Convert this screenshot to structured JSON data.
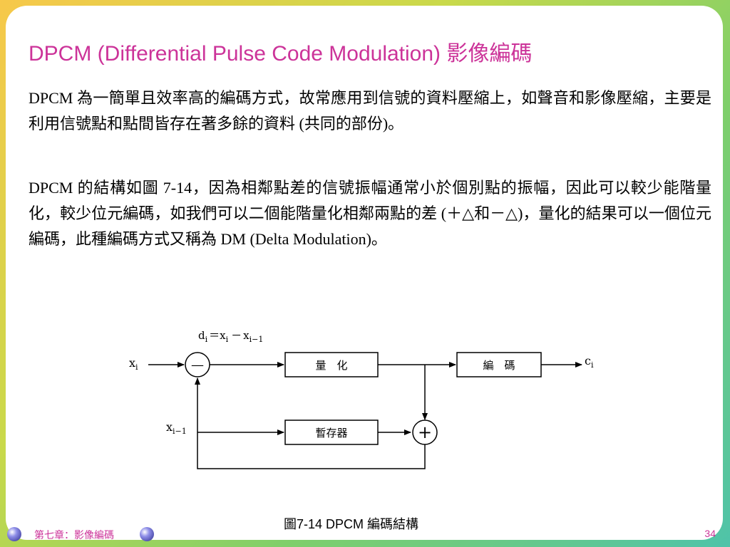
{
  "slide": {
    "title": "DPCM (Differential Pulse Code Modulation) 影像編碼",
    "paragraphs": [
      "DPCM 為一簡單且效率高的編碼方式，故常應用到信號的資料壓縮上，如聲音和影像壓縮，主要是利用信號點和點間皆存在著多餘的資料 (共同的部份)。",
      "DPCM 的結構如圖 7-14，因為相鄰點差的信號振幅通常小於個別點的振幅，因此可以較少能階量化，較少位元編碼，如我們可以二個能階量化相鄰兩點的差 (＋△和－△)，量化的結果可以一個位元編碼，此種編碼方式又稱為 DM (Delta Modulation)。"
    ]
  },
  "diagram": {
    "formula": {
      "d": "d",
      "i": "i",
      "x": "x",
      "i_minus_1": "i−1",
      "eq": "＝",
      "minus": "－"
    },
    "input": {
      "x": "x",
      "sub": "i"
    },
    "feedback": {
      "x": "x",
      "sub": "i−1"
    },
    "output": {
      "c": "c",
      "sub": "i"
    },
    "subtractor_symbol": "—",
    "adder_symbol": "+",
    "quantizer_label": "量　化",
    "encoder_label": "編　碼",
    "register_label": "暫存器"
  },
  "caption": "圖7-14  DPCM 編碼結構",
  "footer": {
    "chapter": "第七章：影像編碼",
    "page": "34"
  }
}
